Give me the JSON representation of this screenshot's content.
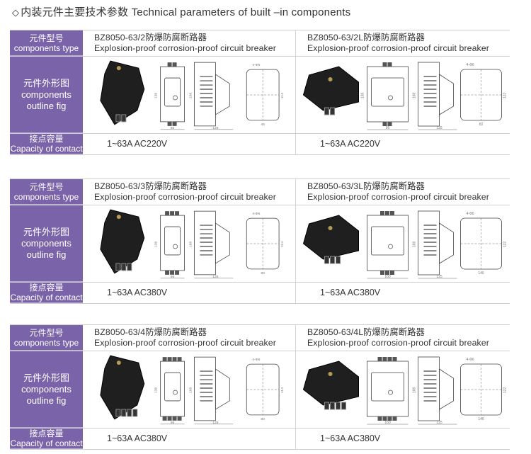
{
  "page": {
    "title_icon": "diamond-outline-icon",
    "title_glyph": "◇",
    "title": "内装元件主要技术参数 Technical parameters of built –in components"
  },
  "labels": {
    "type_cn": "元件型号",
    "type_en": "components type",
    "fig_cn": "元件外形图",
    "fig_en1": "components",
    "fig_en2": "outline fig",
    "cap_cn": "接点容量",
    "cap_en": "Capacity of contact"
  },
  "colors": {
    "label_bg": "#7a63a8",
    "label_text": "#ffffff",
    "border": "#cfcfcf"
  },
  "blocks": [
    {
      "components": [
        {
          "model": "BZ8050-63/2防爆防腐断路器",
          "desc": "Explosion-proof corrosion-proof circuit breaker",
          "capacity": "1~63A  AC220V",
          "dims": {
            "height_front": "138",
            "width_front": "60",
            "height_side": "168",
            "depth": "125",
            "mount_holes": "4-Φ6",
            "mount_h": "114",
            "mount_w": "45"
          }
        },
        {
          "model": "BZ8050-63/2L防爆防腐断路器",
          "desc": "Explosion-proof corrosion-proof circuit breaker",
          "capacity": "1~63A  AC220V",
          "dims": {
            "height_front": "138",
            "width_front": "95",
            "height_side": "168",
            "depth": "125",
            "mount_holes": "4-Φ6",
            "mount_h": "122",
            "mount_w": "82"
          }
        }
      ]
    },
    {
      "components": [
        {
          "model": "BZ8050-63/3防爆防腐断路器",
          "desc": "Explosion-proof corrosion-proof circuit breaker",
          "capacity": "1~63A  AC380V",
          "dims": {
            "height_front": "138",
            "width_front": "95",
            "height_side": "168",
            "depth": "125",
            "mount_holes": "4-Φ6",
            "mount_h": "114",
            "mount_w": "80"
          }
        },
        {
          "model": "BZ8050-63/3L防爆防腐断路器",
          "desc": "Explosion-proof corrosion-proof circuit breaker",
          "capacity": "1~63A  AC380V",
          "dims": {
            "height_front": "",
            "width_front": "160",
            "height_side": "168",
            "depth": "125",
            "mount_holes": "4-Φ6",
            "mount_h": "122",
            "mount_w": "146"
          }
        }
      ]
    },
    {
      "components": [
        {
          "model": "BZ8050-63/4防爆防腐断路器",
          "desc": "Explosion-proof corrosion-proof circuit breaker",
          "capacity": "1~63A  AC380V",
          "dims": {
            "height_front": "138",
            "width_front": "95",
            "height_side": "168",
            "depth": "125",
            "mount_holes": "4-Φ6",
            "mount_h": "114",
            "mount_w": "80"
          }
        },
        {
          "model": "BZ8050-63/4L防爆防腐断路器",
          "desc": "Explosion-proof corrosion-proof circuit breaker",
          "capacity": "1~63A  AC380V",
          "dims": {
            "height_front": "",
            "width_front": "160",
            "height_side": "168",
            "depth": "125",
            "mount_holes": "4-Φ6",
            "mount_h": "122",
            "mount_w": "146"
          }
        }
      ]
    }
  ]
}
